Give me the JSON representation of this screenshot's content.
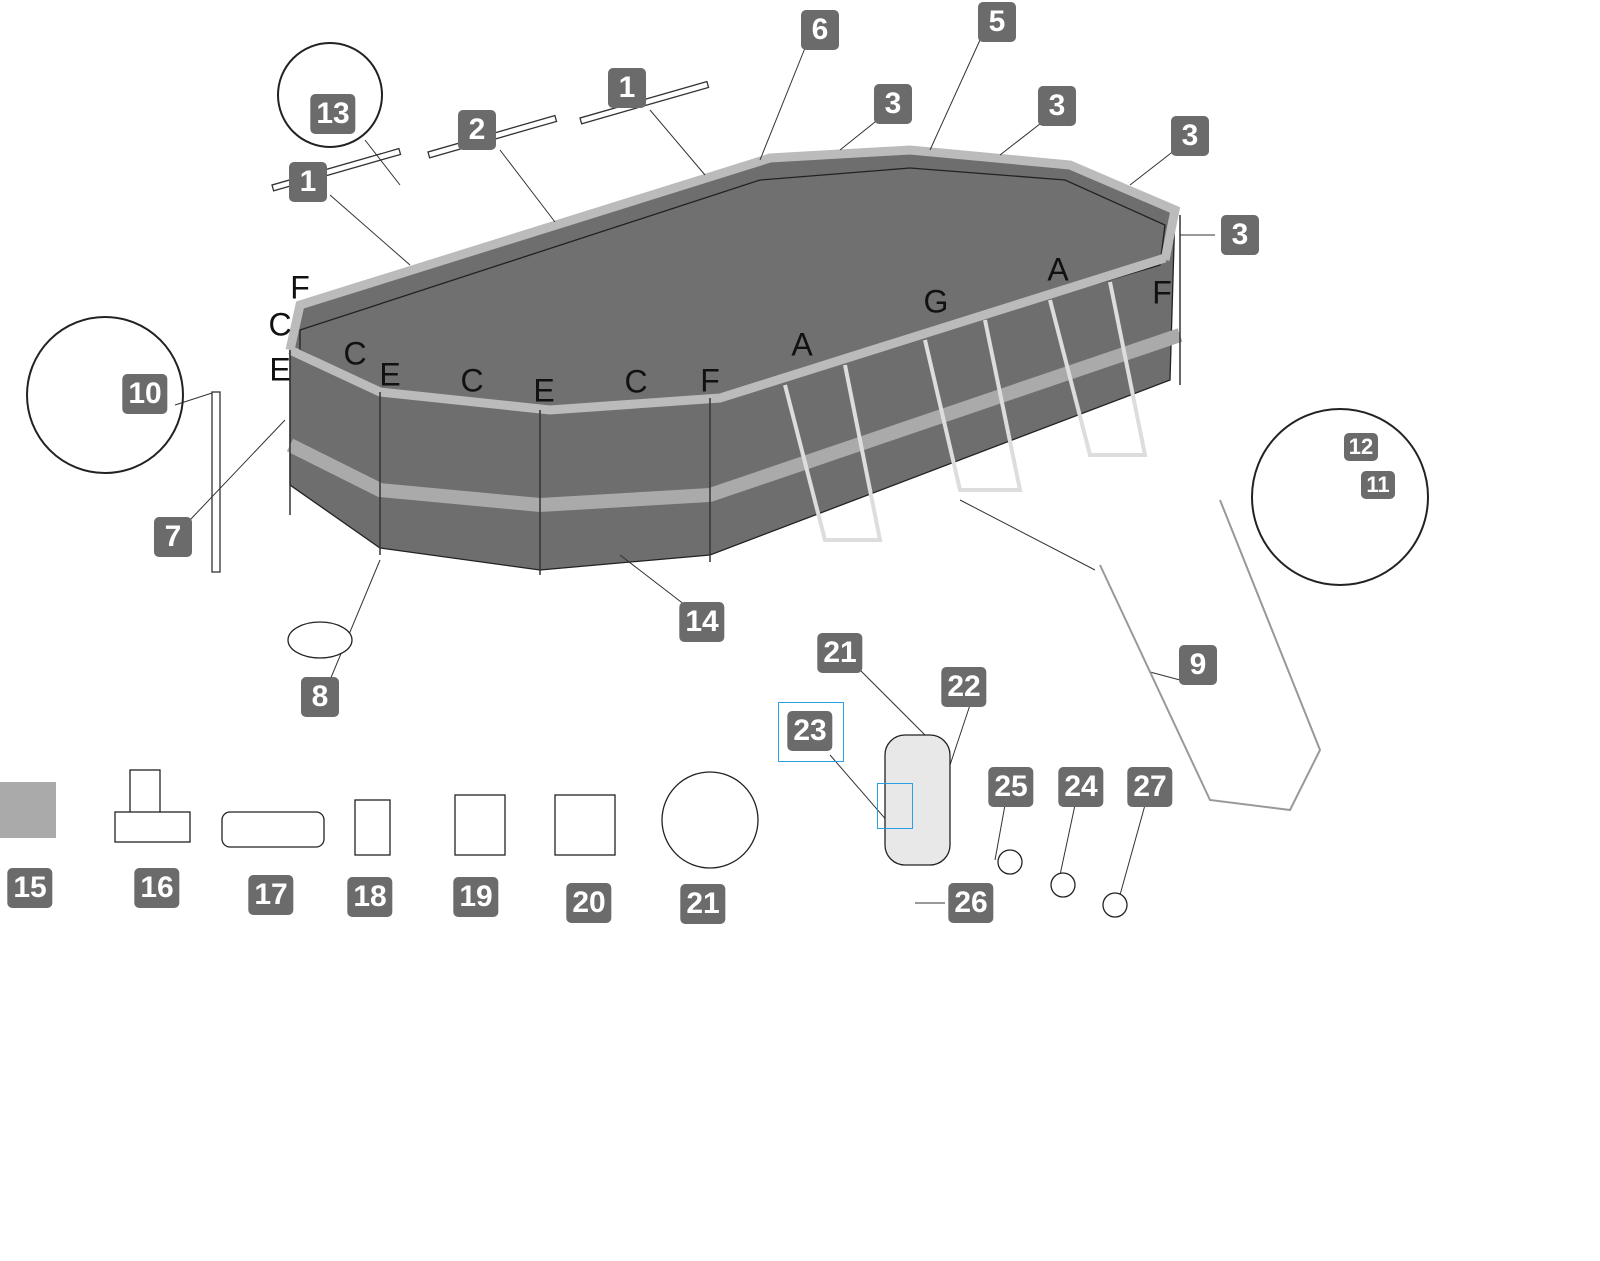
{
  "parts": {
    "p1a": "1",
    "p2": "2",
    "p1b": "1",
    "p6": "6",
    "p5": "5",
    "p3a": "3",
    "p3b": "3",
    "p3c": "3",
    "p3d": "3",
    "p13": "13",
    "p10": "10",
    "p7": "7",
    "p14": "14",
    "p8": "8",
    "p21a": "21",
    "p22": "22",
    "p23": "23",
    "p9": "9",
    "p12": "12",
    "p11": "11",
    "p25": "25",
    "p24": "24",
    "p27": "27",
    "p26": "26",
    "p15": "15",
    "p16": "16",
    "p17": "17",
    "p18": "18",
    "p19": "19",
    "p20": "20",
    "p21b": "21"
  },
  "joints": {
    "j1": "F",
    "j2": "C",
    "j3": "E",
    "j4": "C",
    "j5": "E",
    "j6": "C",
    "j7": "E",
    "j8": "C",
    "j9": "F",
    "j10": "A",
    "j11": "G",
    "j12": "A",
    "j13": "F"
  },
  "colors": {
    "badge": "#6b6b6b",
    "pool_wall": "#6e6e6e",
    "rim": "#b5b5b5",
    "selection": "#2aa0e0"
  }
}
